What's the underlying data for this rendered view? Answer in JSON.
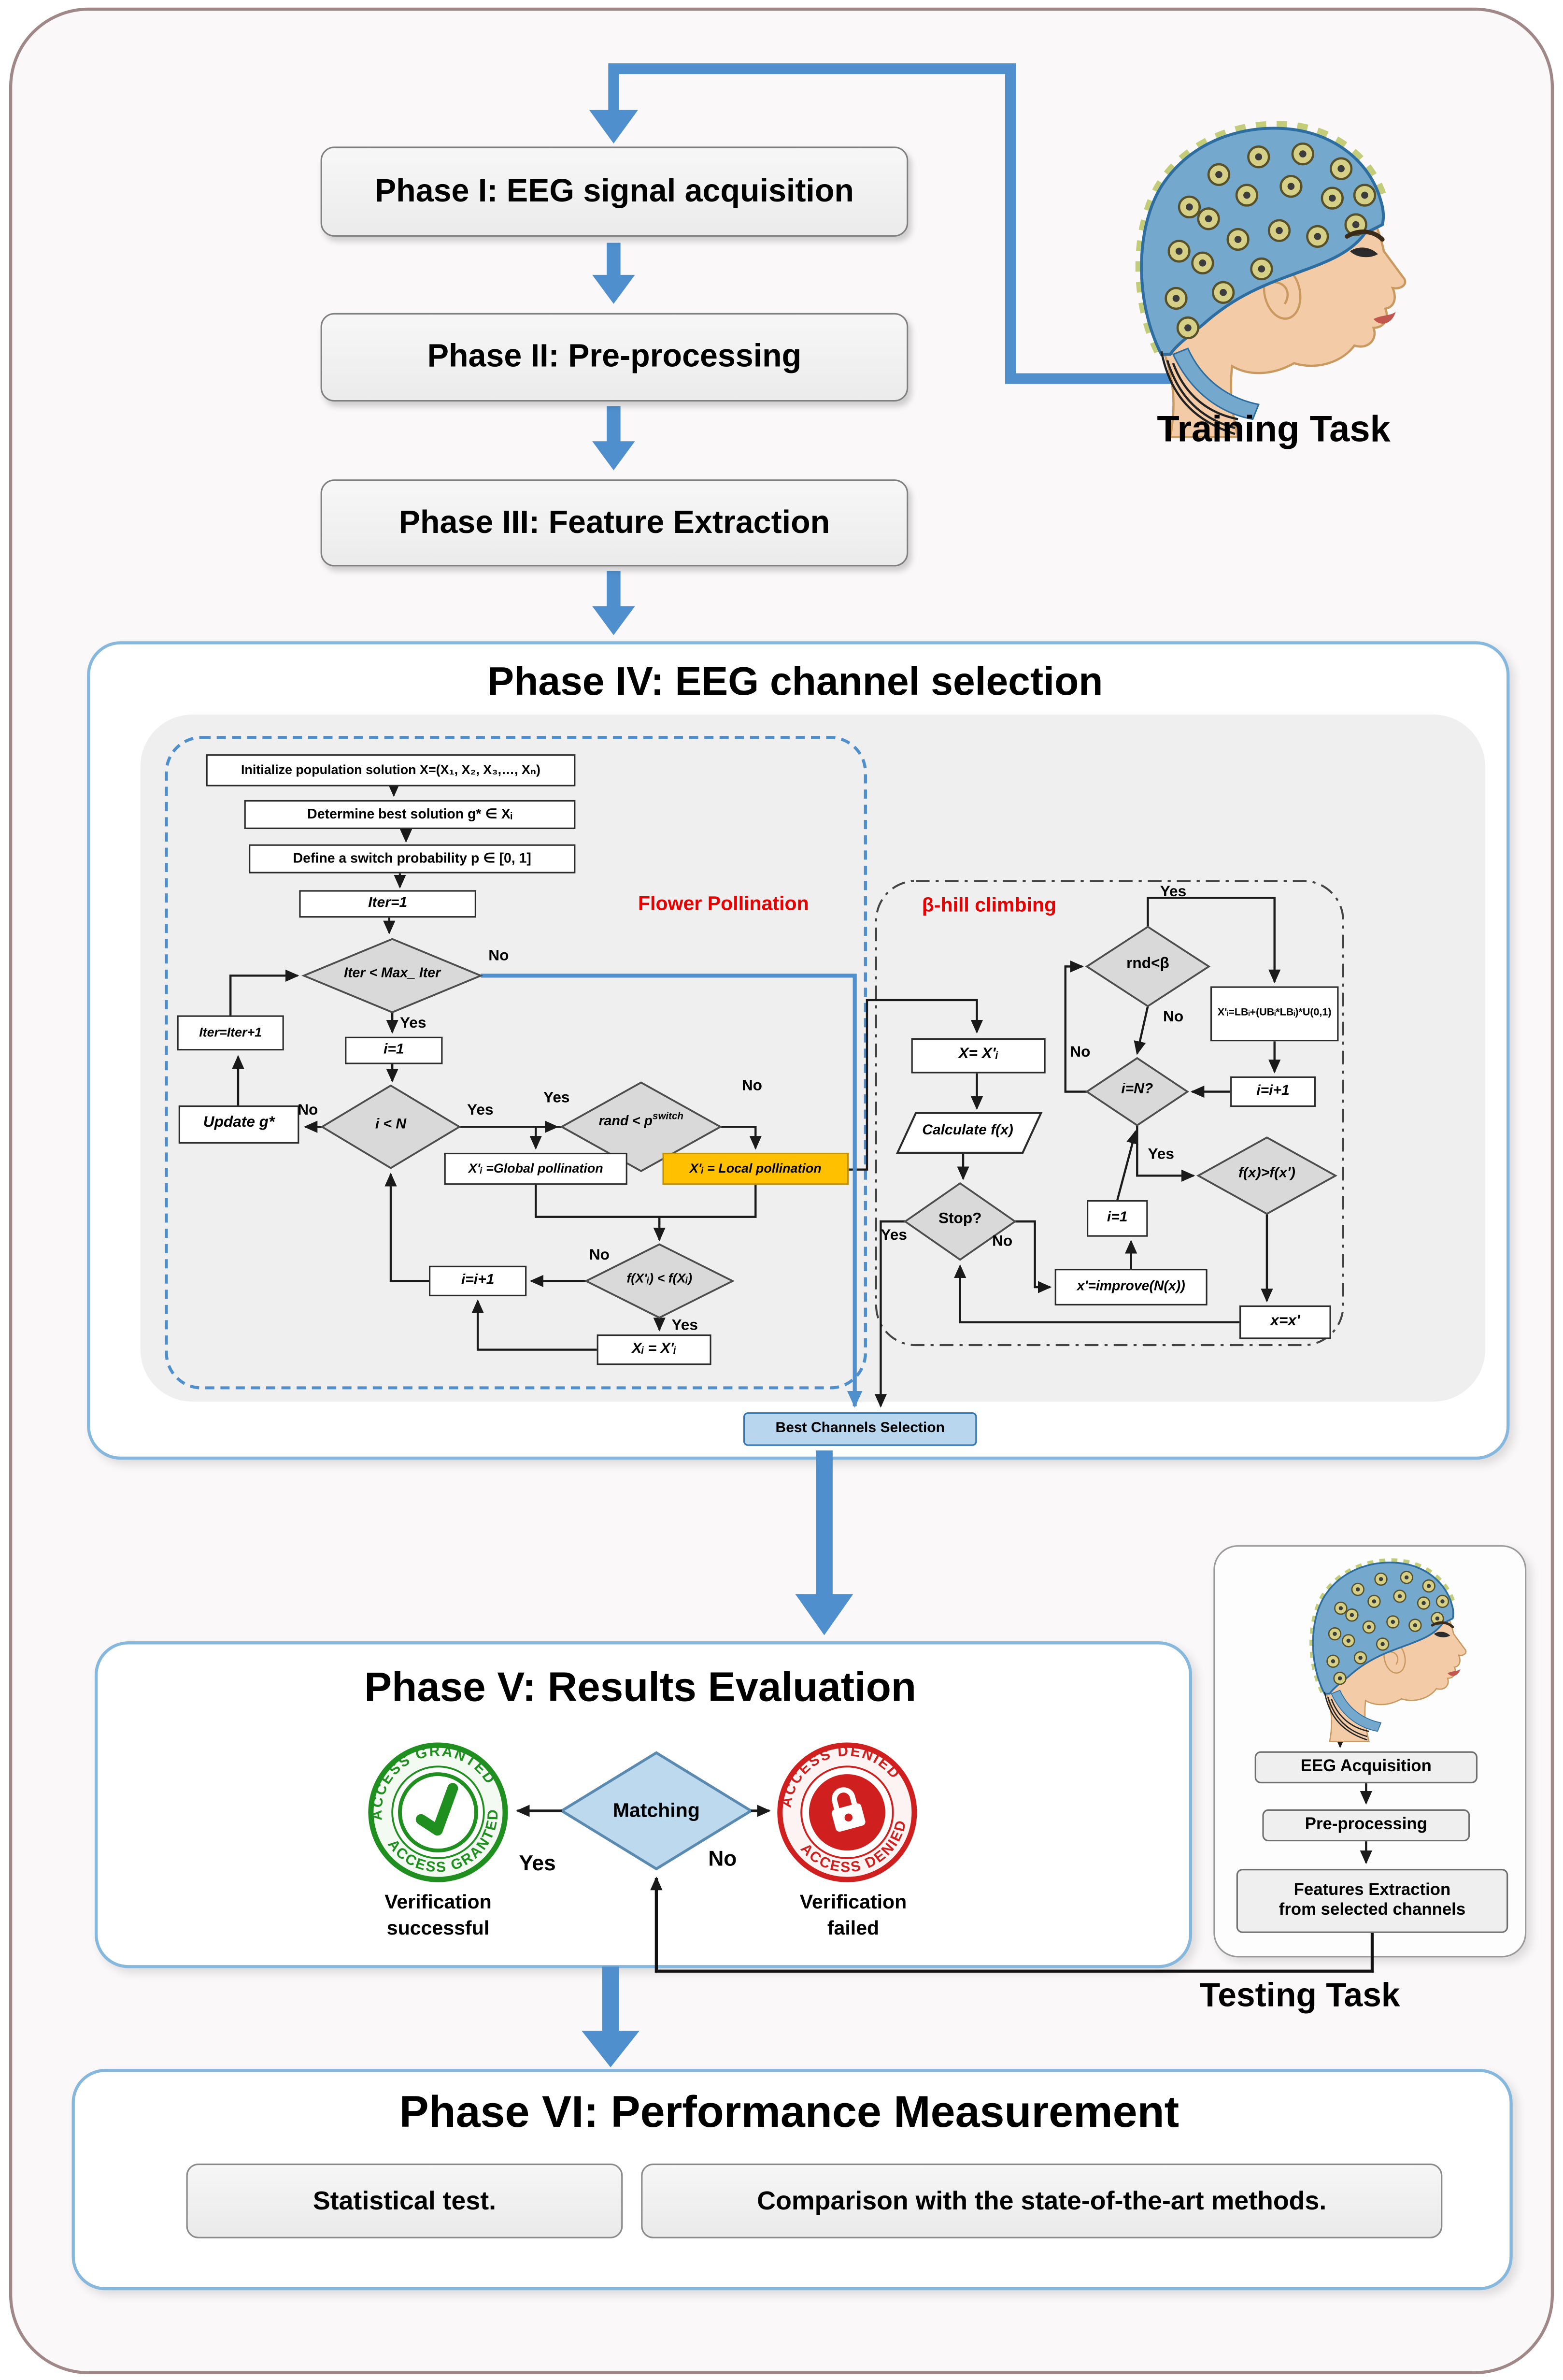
{
  "labels": {
    "yes": "Yes",
    "no": "No"
  },
  "colors": {
    "accent_blue": "#4f8fce",
    "panel_border_blue": "#85b8dc",
    "outer_border": "#a18888",
    "diamond_gray": "#d9d9d9",
    "local_pollination_fill": "#ffc000",
    "best_channels_fill": "#b8d6ee",
    "matching_fill": "#bdd9ee",
    "granted_green": "#1f8f1f",
    "denied_red": "#cf1f1f",
    "section_title_red": "#e60000"
  },
  "training_task": "Training Task",
  "testing_task": "Testing Task",
  "phase1": {
    "title": "Phase I: EEG signal acquisition"
  },
  "phase2": {
    "title": "Phase II: Pre-processing"
  },
  "phase3": {
    "title": "Phase III: Feature Extraction"
  },
  "phase4": {
    "title": "Phase IV: EEG channel selection",
    "flower": {
      "section_title": "Flower Pollination",
      "init": "Initialize population solution X=(X₁, X₂, X₃,…, Xₙ)",
      "determine_best": "Determine best solution g* ∈ Xᵢ",
      "define_switch": "Define a switch probability p ∈ [0, 1]",
      "iter_init": "Iter=1",
      "iter_cond": "Iter < Max_ Iter",
      "i_init": "i=1",
      "i_cond": "i < N",
      "update_g": "Update g*",
      "iter_inc": "Iter=Iter+1",
      "rand_cond": "rand < p",
      "rand_cond_sup": "switch",
      "global_pollination": "X'ᵢ =Global pollination",
      "local_pollination": "X'ᵢ = Local pollination",
      "fitness_cond": "f(X'ᵢ) < f(Xᵢ)",
      "i_inc": "i=i+1",
      "assign": "Xᵢ = X'ᵢ"
    },
    "bhill": {
      "section_title": "β-hill climbing",
      "rnd_cond": "rnd<β",
      "random_assign": "X'ᵢ=LBᵢ+(UBᵢ*LBᵢ)*U(0,1)",
      "i_inc": "i=i+1",
      "i_cond": "i=N?",
      "x_assign": "X= X'ᵢ",
      "calc": "Calculate f(x)",
      "stop": "Stop?",
      "i_init": "i=1",
      "fitness_cond": "f(x)>f(x')",
      "improve": "x'=improve(N(x))",
      "x_update": "x=x'"
    },
    "best_channels": "Best Channels Selection"
  },
  "phase5": {
    "title": "Phase V: Results Evaluation",
    "matching": "Matching",
    "granted_text": "ACCESS GRANTED",
    "denied_text": "ACCESS DENIED",
    "success_line1": "Verification",
    "success_line2": "successful",
    "failed_line1": "Verification",
    "failed_line2": "failed"
  },
  "testing_panel": {
    "acquisition": "EEG Acquisition",
    "preprocessing": "Pre-processing",
    "features_line1": "Features Extraction",
    "features_line2": "from selected channels"
  },
  "phase6": {
    "title": "Phase VI: Performance Measurement",
    "statistical": "Statistical test.",
    "comparison": "Comparison with the state-of-the-art methods."
  }
}
